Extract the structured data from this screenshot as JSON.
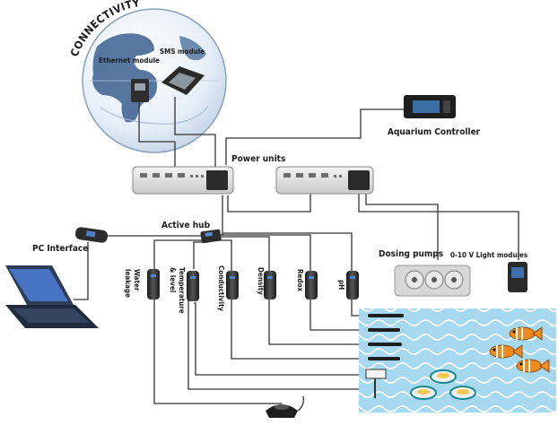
{
  "connectivity": {
    "title": "CONNECTIVITY",
    "ethernet_label": "Ethernet module",
    "sms_label": "SMS module"
  },
  "controller": {
    "label": "Aquarium Controller"
  },
  "power_units": {
    "label": "Power units"
  },
  "active_hub": {
    "label": "Active hub"
  },
  "pc_interface": {
    "label": "PC Interface"
  },
  "dosing_pumps": {
    "label": "Dosing pumps"
  },
  "light_modules": {
    "label": "0-10 V Light modules"
  },
  "probes": [
    {
      "line1": "Water",
      "line2": "leakage"
    },
    {
      "line1": "Temperature",
      "line2": "& level"
    },
    {
      "line1": "Conductivity",
      "line2": ""
    },
    {
      "line1": "Density",
      "line2": ""
    },
    {
      "line1": "Redox",
      "line2": ""
    },
    {
      "line1": "pH",
      "line2": ""
    }
  ],
  "colors": {
    "globe_land": "#3b5f8f",
    "water": "#9fd3ee",
    "fish": "#f28a1c"
  }
}
